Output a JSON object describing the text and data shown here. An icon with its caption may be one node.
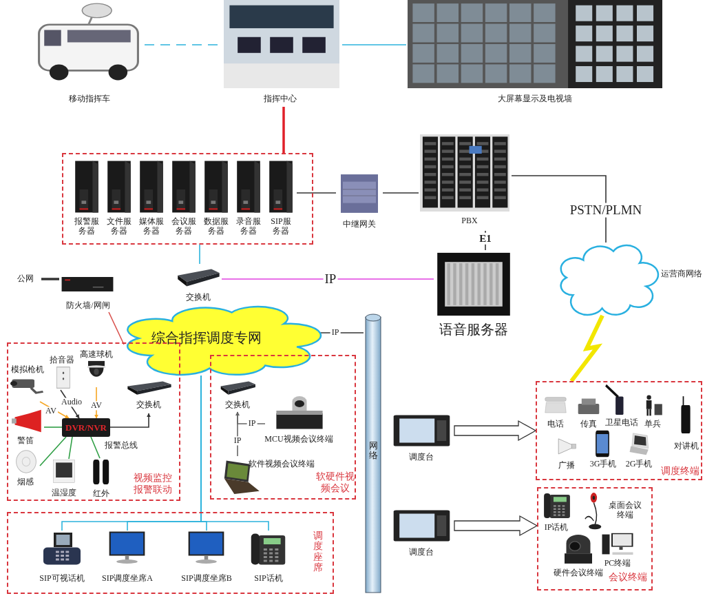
{
  "diagram": {
    "nodes": [
      {
        "text": [
          "移动指挥车"
        ]
      },
      {
        "text": [
          "指挥中心"
        ]
      },
      {
        "text": [
          "大屏幕显示及电视墙"
        ]
      },
      {
        "text": [],
        "shape": "box"
      },
      {
        "text": [
          "报警服务器"
        ],
        "in": 3
      },
      {
        "text": [
          "文件服务器"
        ],
        "in": 3
      },
      {
        "text": [
          "媒体服务器"
        ],
        "in": 3
      },
      {
        "text": [
          "会议服务器"
        ],
        "in": 3
      },
      {
        "text": [
          "数据服务器"
        ],
        "in": 3
      },
      {
        "text": [
          "录音服务器"
        ],
        "in": 3
      },
      {
        "text": [
          "SIP服务器"
        ],
        "in": 3
      },
      {
        "text": [
          "中继网关"
        ]
      },
      {
        "text": [
          "PBX"
        ]
      },
      {
        "text": [
          "语音服务器"
        ]
      },
      {
        "text": [],
        "shape": "cloud",
        "beside": [
          "运营商网络"
        ]
      },
      {
        "text": [
          "公网"
        ]
      },
      {
        "text": [
          "防火墙/网闸"
        ]
      },
      {
        "text": [
          "交换机"
        ]
      },
      {
        "text": [
          "综合指挥调度专网"
        ]
      },
      {
        "text": [
          "网络"
        ]
      },
      {
        "text": [
          "视频监控报警联动"
        ]
      },
      {
        "text": [
          "模拟枪机"
        ],
        "in": 20
      },
      {
        "text": [
          "拾音器"
        ],
        "in": 20
      },
      {
        "text": [
          "高速球机"
        ],
        "in": 20
      },
      {
        "text": [
          "警笛"
        ],
        "in": 20
      },
      {
        "text": [
          "DVR/NVR"
        ],
        "in": 20
      },
      {
        "text": [
          "烟感"
        ],
        "in": 20
      },
      {
        "text": [
          "温湿度"
        ],
        "in": 20
      },
      {
        "text": [
          "红外"
        ],
        "in": 20
      },
      {
        "text": [
          "交换机"
        ],
        "in": 20
      },
      {
        "text": [
          "软硬件视频会议"
        ]
      },
      {
        "text": [
          "交换机"
        ],
        "in": 30
      },
      {
        "text": [
          "MCU视频会议终端"
        ],
        "in": 30
      },
      {
        "text": [
          "软件视频会议终端"
        ],
        "in": 30
      },
      {
        "text": [
          "调度座席"
        ]
      },
      {
        "text": [
          "SIP可视话机"
        ],
        "in": 34
      },
      {
        "text": [
          "SIP调度坐席A"
        ],
        "in": 34
      },
      {
        "text": [
          "SIP调度坐席B"
        ],
        "in": 34
      },
      {
        "text": [
          "SIP话机"
        ],
        "in": 34
      },
      {
        "text": [
          "调度台"
        ]
      },
      {
        "text": [
          "调度台"
        ]
      },
      {
        "text": [
          "调度终端"
        ]
      },
      {
        "text": [
          "电话"
        ],
        "in": 41
      },
      {
        "text": [
          "传真"
        ],
        "in": 41
      },
      {
        "text": [
          "卫星电话"
        ],
        "in": 41
      },
      {
        "text": [
          "单兵"
        ],
        "in": 41
      },
      {
        "text": [
          "对讲机"
        ],
        "in": 41
      },
      {
        "text": [
          "广播"
        ],
        "in": 41
      },
      {
        "text": [
          "3G手机"
        ],
        "in": 41
      },
      {
        "text": [
          "2G手机"
        ],
        "in": 41
      },
      {
        "text": [
          "会议终端"
        ]
      },
      {
        "text": [
          "IP话机"
        ],
        "in": 50
      },
      {
        "text": [
          "桌面会议终端"
        ],
        "in": 50
      },
      {
        "text": [
          "硬件会议终端"
        ],
        "in": 50
      },
      {
        "text": [
          "PC终端"
        ],
        "in": 50
      }
    ],
    "edges": [
      {
        "from": 0,
        "to": 1,
        "arrow": "none",
        "style": "dashed",
        "color": "#2bb3dc"
      },
      {
        "from": 1,
        "to": 2,
        "arrow": "none",
        "color": "#2bb3dc"
      },
      {
        "from": 1,
        "to": 3,
        "arrow": "none",
        "style": "thick",
        "color": "#e0202a"
      },
      {
        "from": 10,
        "to": 11,
        "arrow": "none"
      },
      {
        "from": 11,
        "to": 12,
        "arrow": "none"
      },
      {
        "from": 12,
        "to": 13,
        "label": "E1",
        "arrow": "none"
      },
      {
        "from": 12,
        "to": 14,
        "label": "PSTN/PLMN",
        "arrow": "none"
      },
      {
        "from": 14,
        "to": 41,
        "arrow": "none",
        "style": "thick",
        "color": "#f2e600"
      },
      {
        "from": 3,
        "to": 17,
        "arrow": "none",
        "color": "#2bb3dc"
      },
      {
        "from": 17,
        "to": 13,
        "label": "IP",
        "arrow": "none",
        "color": "#e040e0"
      },
      {
        "from": 15,
        "to": 16,
        "arrow": "none",
        "style": "thick"
      },
      {
        "from": 16,
        "to": 18,
        "arrow": "none",
        "color": "#d9534f"
      },
      {
        "from": 18,
        "to": 19,
        "label": "IP",
        "arrow": "none"
      },
      {
        "from": 18,
        "to": 35,
        "arrow": "none",
        "color": "#2bb3dc"
      },
      {
        "from": 18,
        "to": 36,
        "arrow": "none",
        "color": "#2bb3dc"
      },
      {
        "from": 18,
        "to": 37,
        "arrow": "none",
        "color": "#2bb3dc"
      },
      {
        "from": 18,
        "to": 38,
        "arrow": "none",
        "color": "#2bb3dc"
      },
      {
        "from": 21,
        "to": 25,
        "label": "AV",
        "arrow": "to",
        "color": "#f5a623"
      },
      {
        "from": 22,
        "to": 25,
        "label": "Audio",
        "arrow": "to"
      },
      {
        "from": 23,
        "to": 25,
        "label": "AV",
        "arrow": "to",
        "color": "#f5a623"
      },
      {
        "from": 24,
        "to": 25,
        "arrow": "none",
        "color": "#2e9e44"
      },
      {
        "from": 26,
        "to": 25,
        "arrow": "none",
        "color": "#2e9e44"
      },
      {
        "from": 27,
        "to": 25,
        "arrow": "none",
        "color": "#2e9e44"
      },
      {
        "from": 28,
        "to": 25,
        "arrow": "none",
        "color": "#2e9e44"
      },
      {
        "from": 25,
        "to": 29,
        "arrow": "to"
      },
      {
        "from": 33,
        "to": 31,
        "label": "IP",
        "arrow": "to",
        "color": "#666666"
      },
      {
        "from": 32,
        "to": 31,
        "label": "IP",
        "arrow": "to",
        "color": "#666666"
      },
      {
        "from": 39,
        "to": 41,
        "arrow": "to"
      },
      {
        "from": 40,
        "to": 50,
        "arrow": "to"
      }
    ],
    "labels": [
      "报警总线"
    ]
  }
}
